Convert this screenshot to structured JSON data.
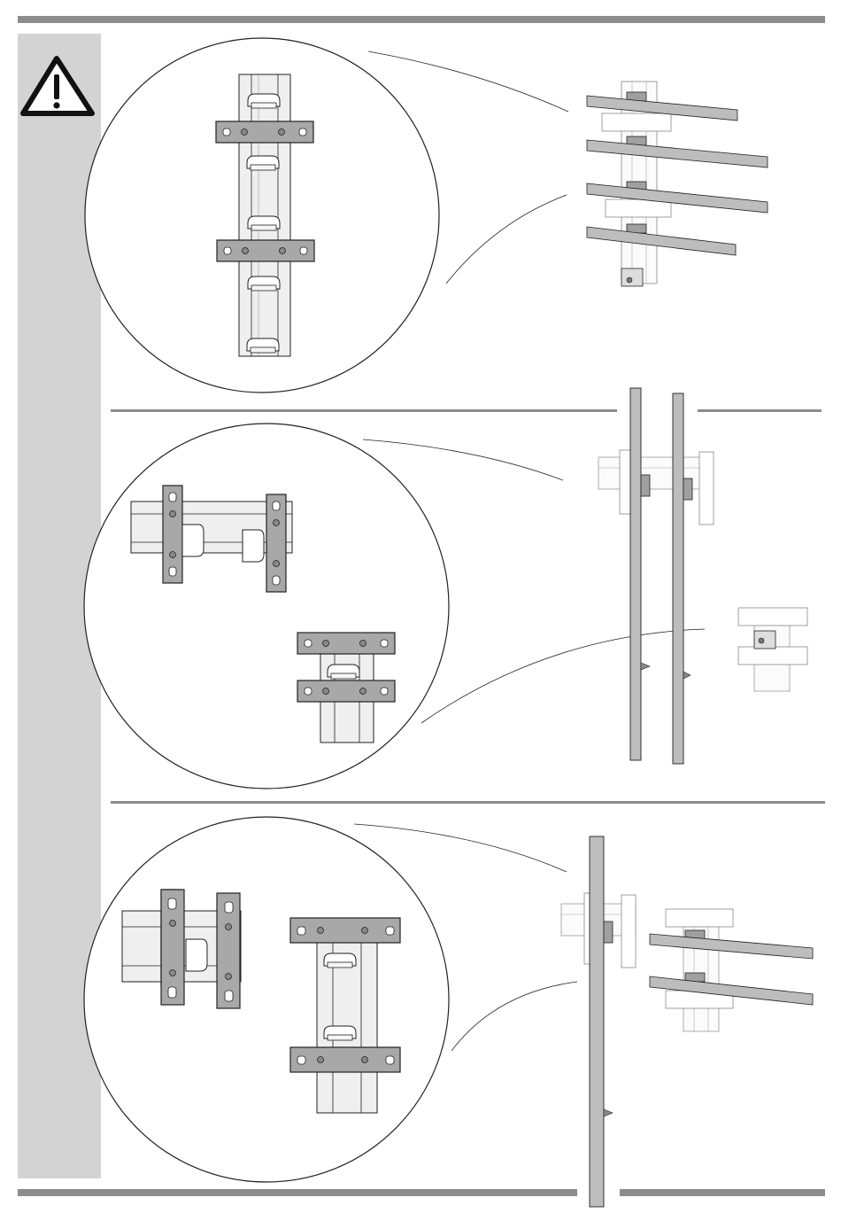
{
  "page": {
    "icons": {
      "warning": "warning-triangle-icon"
    },
    "colors": {
      "band": "#8c8c8c",
      "sidebar": "#d3d3d3",
      "plate_fill": "#a8a8a8",
      "rail_fill": "#efefef",
      "outline": "#222222"
    },
    "sections": [
      {
        "name": "step-1-wall-rail-with-plates"
      },
      {
        "name": "step-2-vertical-bars-mounting"
      },
      {
        "name": "step-3-single-bar-mounting"
      }
    ]
  }
}
